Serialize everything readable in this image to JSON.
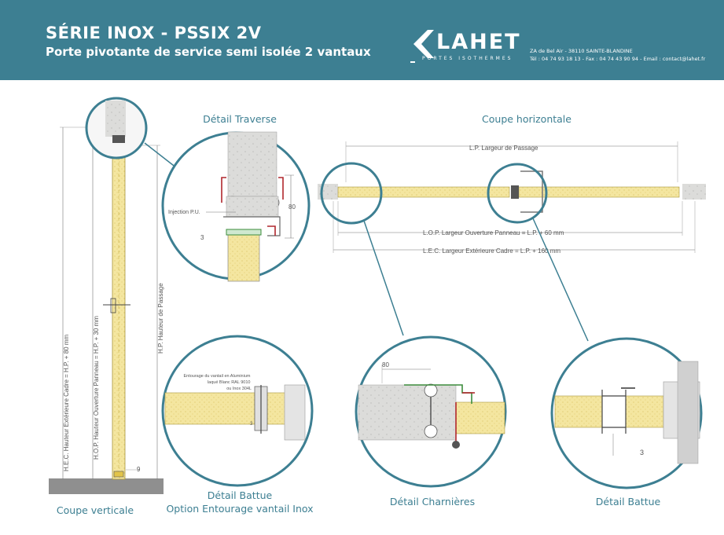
{
  "header": {
    "title": "SÉRIE INOX - PSSIX 2V",
    "subtitle": "Porte pivotante de service semi isolée 2 vantaux",
    "logo_text": "LAHET",
    "logo_tagline": "PORTES ISOTHERMES",
    "address_line1": "ZA de Bel Air - 38110 SAINTE-BLANDINE",
    "address_line2": "Tél : 04 74 93 18 13 - Fax : 04 74 43 90 94 - Email : contact@lahet.fr"
  },
  "labels": {
    "detail_traverse": "Détail Traverse",
    "coupe_horizontale": "Coupe horizontale",
    "coupe_verticale": "Coupe verticale",
    "detail_battue_option_l1": "Détail Battue",
    "detail_battue_option_l2": "Option Entourage vantail Inox",
    "detail_charnieres": "Détail Charnières",
    "detail_battue": "Détail Battue"
  },
  "dimensions": {
    "hec": "H.E.C. Hauteur Extérieure Cadre = H.P. + 80 mm",
    "hop": "H.O.P. Hauteur Ouverture Panneau = H.P. + 30 mm",
    "hp": "H.P. Hauteur de Passage",
    "lp": "L.P. Largeur de Passage",
    "lop": "L.O.P.  Largeur Ouverture Panneau = L.P. + 60 mm",
    "lec": "L.E.C.  Largeur Extérieure Cadre = L.P. + 160 mm",
    "gap_9": "9",
    "traverse_80": "80",
    "traverse_3": "3",
    "traverse_injection": "Injection P.U.",
    "battue_option_note_l1": "Entourage du vantail en Aluminium",
    "battue_option_note_l2": "laqué Blanc RAL 9010",
    "battue_option_note_l3": "ou Inox 304L",
    "battue_option_3": "3",
    "charnieres_80": "80",
    "battue_3": "3"
  },
  "colors": {
    "header_bg": "#3d7f92",
    "circle_stroke": "#3d7f92",
    "panel_fill": "#f4e6a0",
    "concrete_fill": "#dcdcda",
    "seal_red": "#b0272d",
    "seal_green": "#3c8c3c"
  }
}
